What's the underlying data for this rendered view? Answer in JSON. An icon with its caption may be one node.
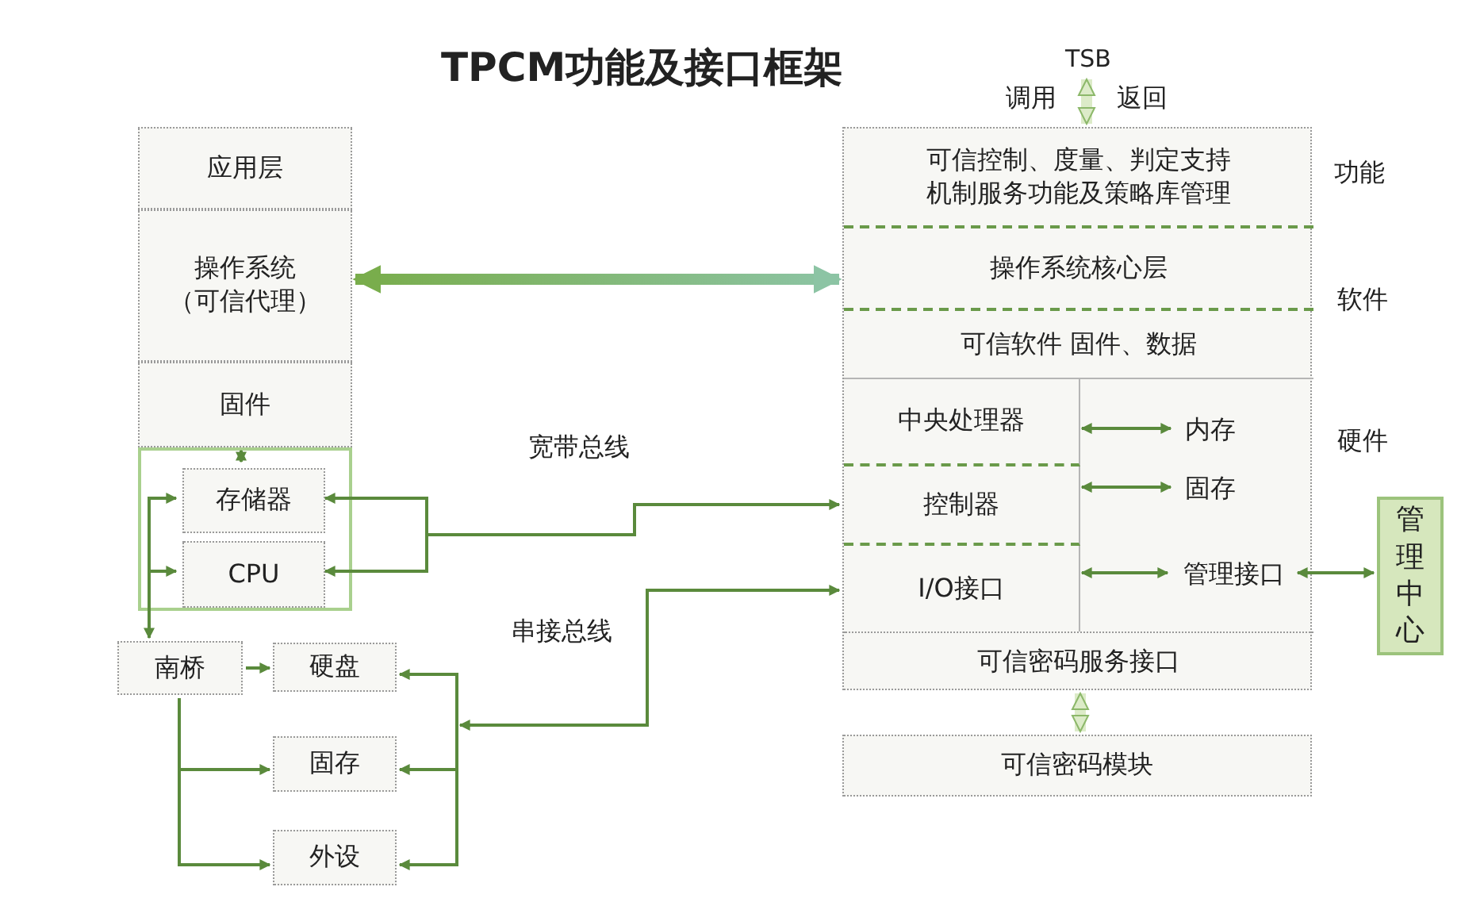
{
  "diagram": {
    "title": "TPCM功能及接口框架",
    "nodes": [
      {
        "text": [
          "应用层"
        ]
      },
      {
        "text": [
          "操作系统（可信代理）"
        ]
      },
      {
        "text": [
          "固件"
        ]
      },
      {
        "text": [],
        "shape": "box"
      },
      {
        "text": [
          "存储器"
        ],
        "in": 3
      },
      {
        "text": [
          "CPU"
        ],
        "in": 3
      },
      {
        "text": [
          "南桥"
        ]
      },
      {
        "text": [
          "硬盘"
        ]
      },
      {
        "text": [
          "固存"
        ]
      },
      {
        "text": [
          "外设"
        ]
      },
      {
        "text": [
          "TSB"
        ]
      },
      {
        "text": [],
        "shape": "box"
      },
      {
        "text": [
          "可信控制、度量、判定支持机制服务功能及策略库管理"
        ],
        "in": 11
      },
      {
        "text": [
          "操作系统核心层"
        ],
        "in": 11
      },
      {
        "text": [
          "可信软件 固件、数据"
        ],
        "in": 11
      },
      {
        "text": [
          "中央处理器"
        ],
        "in": 11
      },
      {
        "text": [
          "控制器"
        ],
        "in": 11
      },
      {
        "text": [
          "I/O接口"
        ],
        "in": 11
      },
      {
        "text": [
          "内存"
        ],
        "in": 11
      },
      {
        "text": [
          "固存"
        ],
        "in": 11
      },
      {
        "text": [
          "管理接口"
        ],
        "in": 11
      },
      {
        "text": [
          "可信密码服务接口"
        ],
        "in": 11
      },
      {
        "text": [
          "可信密码模块"
        ]
      },
      {
        "text": [
          "管理中心"
        ]
      }
    ],
    "edges": [
      {
        "from": 1,
        "to": 13,
        "arrow": "both",
        "style": "thick"
      },
      {
        "from": 2,
        "to": 4,
        "arrow": "both"
      },
      {
        "from": 16,
        "to": 4,
        "arrow": "both",
        "label": "宽带总线"
      },
      {
        "from": 16,
        "to": 5,
        "arrow": "both"
      },
      {
        "from": 17,
        "to": 7,
        "arrow": "both",
        "label": "串接总线"
      },
      {
        "from": 17,
        "to": 8,
        "arrow": "both"
      },
      {
        "from": 17,
        "to": 9,
        "arrow": "both"
      },
      {
        "from": 6,
        "to": 4,
        "arrow": "both"
      },
      {
        "from": 6,
        "to": 5,
        "arrow": "both"
      },
      {
        "from": 6,
        "to": 7,
        "arrow": "to"
      },
      {
        "from": 6,
        "to": 8,
        "arrow": "to"
      },
      {
        "from": 6,
        "to": 9,
        "arrow": "to"
      },
      {
        "from": 10,
        "to": 12,
        "arrow": "both",
        "style": "thick",
        "color": "#dcebc8"
      },
      {
        "from": 15,
        "to": 18,
        "arrow": "both"
      },
      {
        "from": 16,
        "to": 19,
        "arrow": "both"
      },
      {
        "from": 17,
        "to": 20,
        "arrow": "both"
      },
      {
        "from": 20,
        "to": 23,
        "arrow": "both"
      },
      {
        "from": 21,
        "to": 22,
        "arrow": "both",
        "style": "thick",
        "color": "#dcebc8"
      }
    ],
    "labels": [
      "调用",
      "返回",
      "功能",
      "软件",
      "硬件"
    ]
  }
}
